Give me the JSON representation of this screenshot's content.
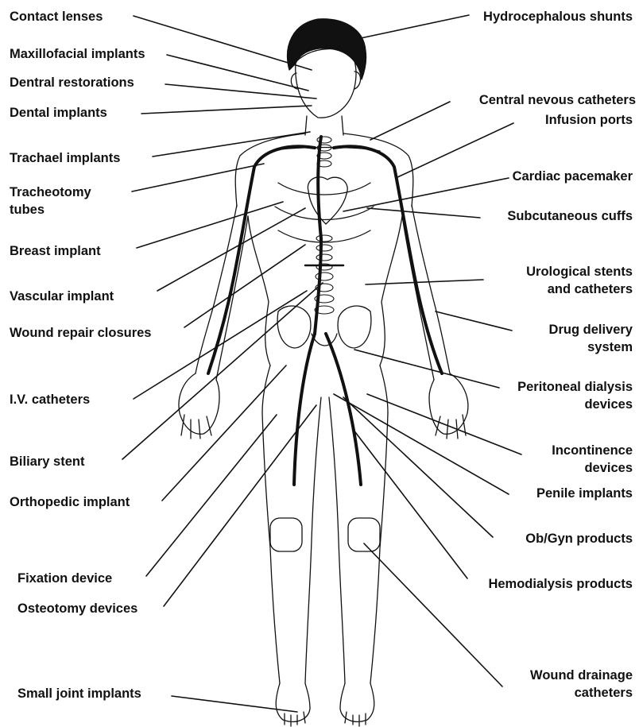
{
  "left_labels": [
    {
      "id": "contact-lenses",
      "text": "Contact lenses"
    },
    {
      "id": "maxillofacial-implants",
      "text": "Maxillofacial implants"
    },
    {
      "id": "dentral-restorations",
      "text": "Dentral restorations"
    },
    {
      "id": "dental-implants",
      "text": "Dental implants"
    },
    {
      "id": "trachael-implants",
      "text": "Trachael implants"
    },
    {
      "id": "tracheotomy-tubes",
      "text": "Tracheotomy\ntubes"
    },
    {
      "id": "breast-implant",
      "text": "Breast implant"
    },
    {
      "id": "vascular-implant",
      "text": "Vascular implant"
    },
    {
      "id": "wound-repair-closures",
      "text": "Wound repair closures"
    },
    {
      "id": "iv-catheters",
      "text": "I.V. catheters"
    },
    {
      "id": "biliary-stent",
      "text": "Biliary stent"
    },
    {
      "id": "orthopedic-implant",
      "text": "Orthopedic implant"
    },
    {
      "id": "fixation-device",
      "text": "Fixation device"
    },
    {
      "id": "osteotomy-devices",
      "text": "Osteotomy devices"
    },
    {
      "id": "small-joint-implants",
      "text": "Small joint implants"
    }
  ],
  "right_labels": [
    {
      "id": "hydrocephalous-shunts",
      "text": "Hydrocephalous shunts"
    },
    {
      "id": "central-nevous-catheters",
      "text": "Central nevous catheters"
    },
    {
      "id": "infusion-ports",
      "text": "Infusion ports"
    },
    {
      "id": "cardiac-pacemaker",
      "text": "Cardiac pacemaker"
    },
    {
      "id": "subcutaneous-cuffs",
      "text": "Subcutaneous cuffs"
    },
    {
      "id": "urological-stents",
      "text": "Urological stents\nand catheters"
    },
    {
      "id": "drug-delivery-system",
      "text": "Drug delivery\nsystem"
    },
    {
      "id": "peritoneal-dialysis-devices",
      "text": "Peritoneal dialysis\ndevices"
    },
    {
      "id": "incontinence-devices",
      "text": "Incontinence\ndevices"
    },
    {
      "id": "penile-implants",
      "text": "Penile implants"
    },
    {
      "id": "obgyn-products",
      "text": "Ob/Gyn products"
    },
    {
      "id": "hemodialysis-products",
      "text": "Hemodialysis products"
    },
    {
      "id": "wound-drainage-catheters",
      "text": "Wound drainage\ncatheters"
    }
  ]
}
